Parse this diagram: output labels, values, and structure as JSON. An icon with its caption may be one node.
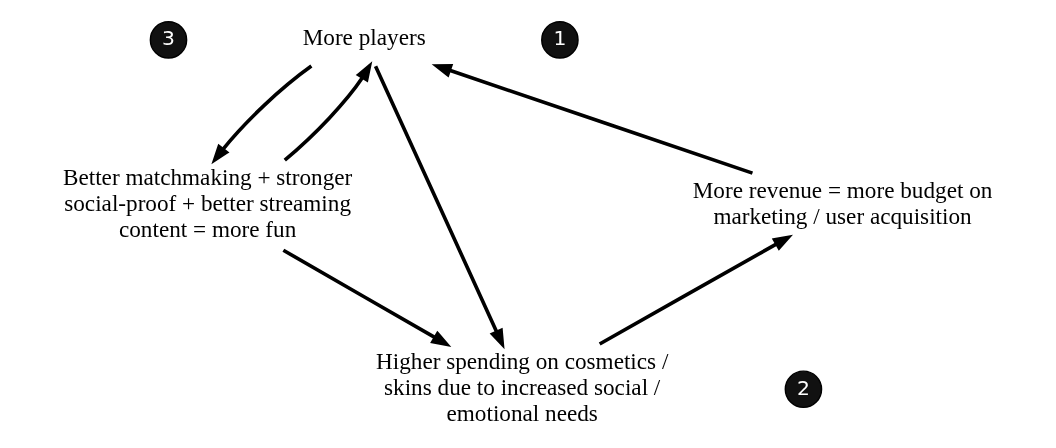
{
  "diagram": {
    "nodes": [
      {
        "text": [
          "More players"
        ]
      },
      {
        "text": [
          "Better matchmaking + stronger social-proof + better streaming content = more fun"
        ]
      },
      {
        "text": [
          "Higher spending on cosmetics / skins due to increased social / emotional needs"
        ]
      },
      {
        "text": [
          "More revenue = more budget on marketing / user acquisition"
        ]
      }
    ],
    "edges": [
      {
        "from": 0,
        "to": 1,
        "arrow": "to"
      },
      {
        "from": 1,
        "to": 0,
        "arrow": "to"
      },
      {
        "from": 0,
        "to": 2,
        "arrow": "to"
      },
      {
        "from": 1,
        "to": 2,
        "arrow": "to"
      },
      {
        "from": 2,
        "to": 3,
        "arrow": "to"
      },
      {
        "from": 3,
        "to": 0,
        "arrow": "to"
      }
    ],
    "labels": [
      "3",
      "1",
      "2"
    ]
  }
}
